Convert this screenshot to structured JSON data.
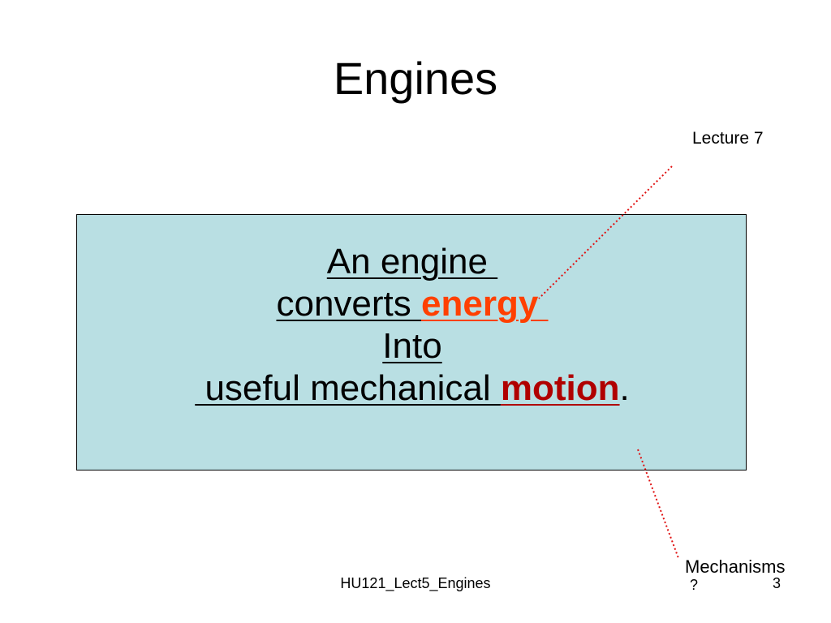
{
  "slide": {
    "title": "Engines",
    "callouts": {
      "lecture": "Lecture 7",
      "mechanisms": "Mechanisms",
      "mechanisms_mark": "?"
    },
    "definition": {
      "line1": "An engine ",
      "line2_prefix": "converts ",
      "line2_emphasis": "energy ",
      "line3": "Into",
      "line4_prefix": " useful mechanical ",
      "line4_emphasis": "motion",
      "line4_suffix": "."
    },
    "footer": {
      "filename": "HU121_Lect5_Engines",
      "page_number": "3"
    },
    "colors": {
      "box_background": "#b9dfe3",
      "energy": "#ff4000",
      "motion": "#b00000",
      "connector": "#e01010"
    }
  }
}
